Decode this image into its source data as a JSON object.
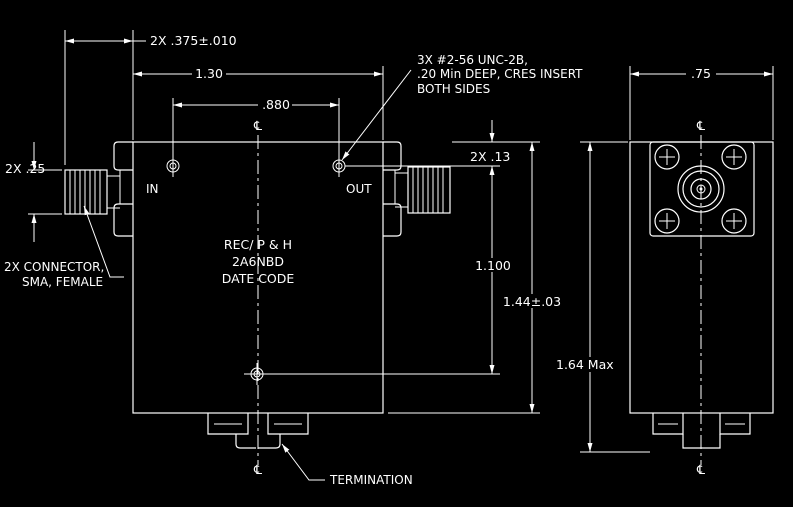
{
  "drawing": {
    "dims": {
      "connector_offset": "2X .375±.010",
      "body_width": "1.30",
      "hole_spacing": ".880",
      "connector_height": "2X .25",
      "hole_offset": "2X .13",
      "hole_vertical": "1.100",
      "body_height": "1.44±.03",
      "side_width": ".75",
      "overall_height": "1.64 Max"
    },
    "notes": {
      "insert_line1": "3X #2-56 UNC-2B,",
      "insert_line2": ".20 Min DEEP, CRES INSERT",
      "insert_line3": "BOTH SIDES",
      "connector_line1": "2X CONNECTOR,",
      "connector_line2": "SMA, FEMALE",
      "termination": "TERMINATION"
    },
    "ports": {
      "in": "IN",
      "out": "OUT"
    },
    "marking": {
      "line1": "REC/ P & H",
      "line2": "2A6NBD",
      "line3": "DATE CODE"
    },
    "centerline_symbol": "℄"
  }
}
